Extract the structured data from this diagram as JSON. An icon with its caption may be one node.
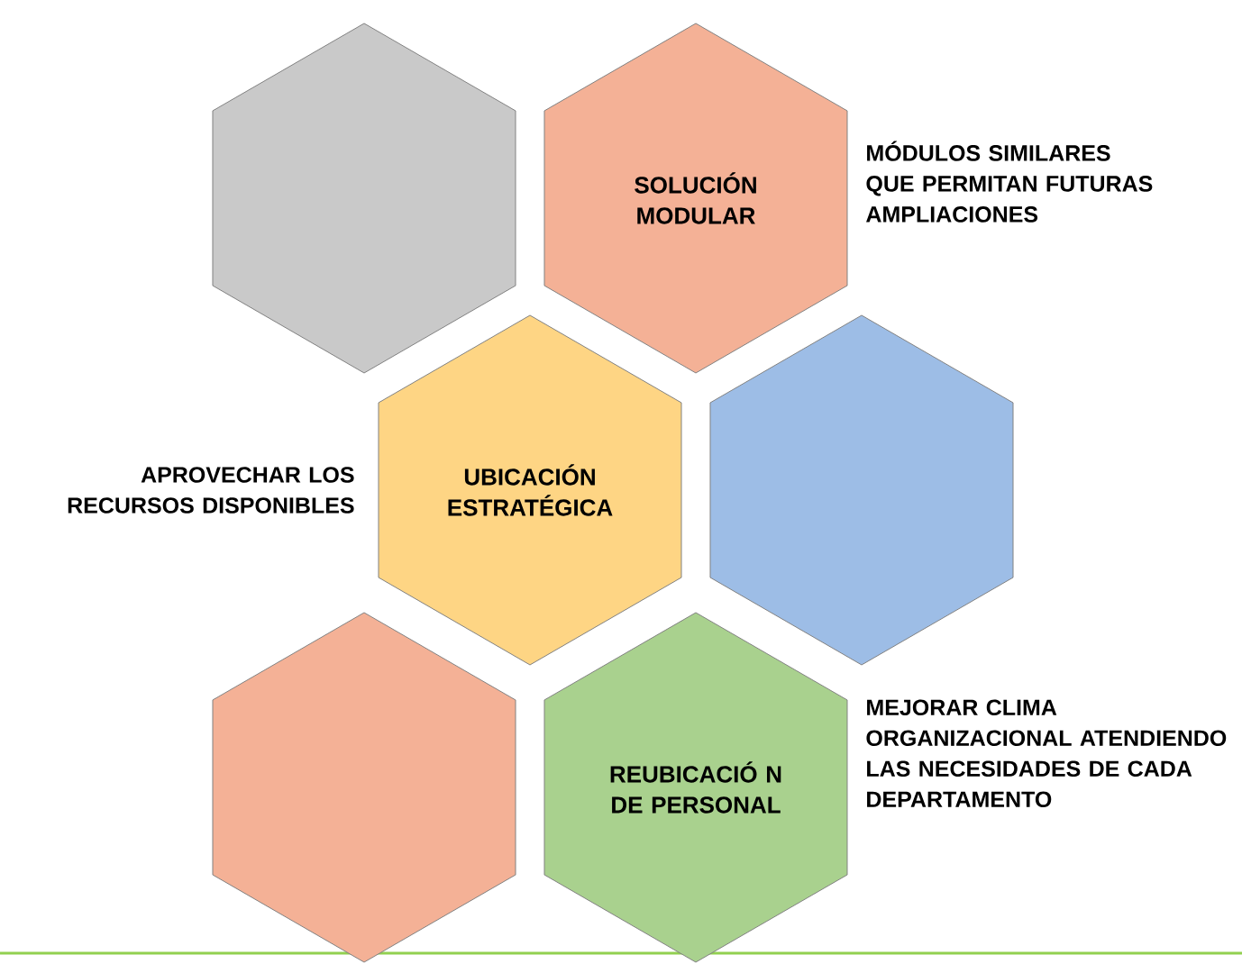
{
  "diagram": {
    "nodes": [
      {
        "text": [],
        "shape": "hexagon"
      },
      {
        "text": [
          "SOLUCIÓN MODULAR"
        ],
        "beside": [
          "MÓDULOS SIMILARES QUE PERMITAN FUTURAS AMPLIACIONES"
        ]
      },
      {
        "text": [
          "UBICACIÓN ESTRATÉGICA"
        ],
        "beside": [
          "APROVECHAR LOS RECURSOS DISPONIBLES"
        ]
      },
      {
        "text": [],
        "shape": "hexagon"
      },
      {
        "text": [],
        "shape": "hexagon"
      },
      {
        "text": [
          "REUBICACIÓ N DE PERSONAL"
        ],
        "beside": [
          "MEJORAR CLIMA ORGANIZACIONAL ATENDIENDO LAS NECESIDADES DE CADA DEPARTAMENTO"
        ]
      }
    ]
  }
}
